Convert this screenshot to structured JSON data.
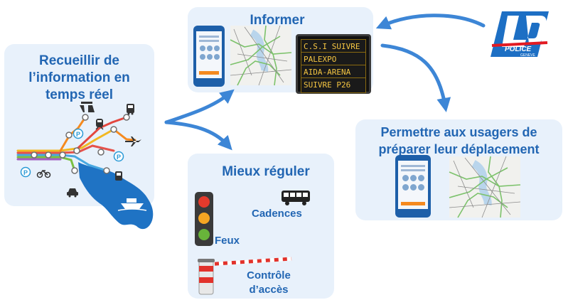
{
  "collect": {
    "title_lines": [
      "Recueillir de",
      "l’information en",
      "temps réel"
    ]
  },
  "inform": {
    "title": "Informer",
    "board_lines": [
      "C.S.I SUIVRE",
      "PALEXPO",
      "AIDA-ARENA",
      "SUIVRE P26"
    ]
  },
  "plan": {
    "title_lines": [
      "Permettre aux usagers de",
      "préparer leur déplacement"
    ]
  },
  "regulate": {
    "title": "Mieux réguler",
    "cadences_label": "Cadences",
    "feux_label": "Feux",
    "access_lines": [
      "Contrôle",
      "d’accès"
    ]
  },
  "police_logo": {
    "word": "POLICE",
    "sub": "GENEVE"
  },
  "colors": {
    "accent": "#2266b3",
    "arrow": "#3d86d6",
    "panel": "#e8f1fb"
  },
  "icons": [
    "highway-icon",
    "bus-icon",
    "train-icon",
    "plane-icon",
    "parking-icon",
    "bike-icon",
    "car-icon",
    "boat-icon",
    "traffic-light-icon",
    "barrier-icon"
  ]
}
